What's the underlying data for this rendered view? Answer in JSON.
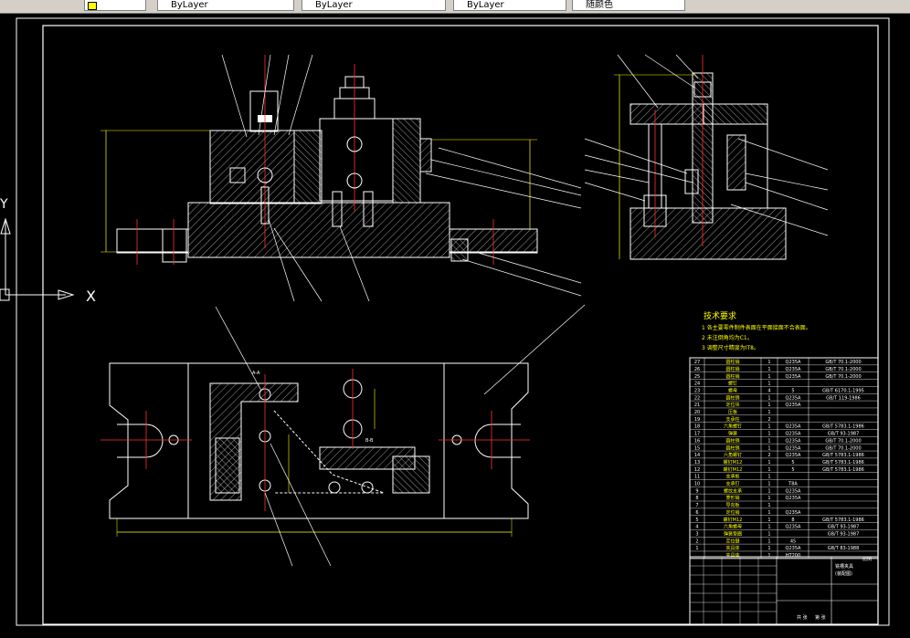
{
  "toolbar": {
    "layer_combo": "ByLayer",
    "linetype_combo": "ByLayer",
    "lineweight_combo": "ByLayer",
    "plotstyle_combo": "随颜色",
    "layer_color": "#ffff00"
  },
  "ucs": {
    "x_label": "X",
    "y_label": "Y"
  },
  "drawing": {
    "tech_title": "技术要求",
    "tech_notes": [
      "1  各主要零件制件表面在平面接面不合表面。",
      "2  未注倒角均为C1。",
      "3  调整尺寸精度为IT8。"
    ],
    "section_labels": {
      "aa": "A-A",
      "bb": "B-B"
    },
    "colors": {
      "outline": "#ffffff",
      "yellow": "#ffff00",
      "red": "#ff3030",
      "cyan": "#00ffff",
      "green": "#00ff00",
      "magenta": "#ff00ff"
    }
  },
  "bom": {
    "rows": [
      {
        "no": "27",
        "name": "圆柱销",
        "qty": "1",
        "mat": "Q235A",
        "std": "GB/T 70.1-2000"
      },
      {
        "no": "26",
        "name": "圆柱销",
        "qty": "1",
        "mat": "Q235A",
        "std": "GB/T 70.1-2000"
      },
      {
        "no": "25",
        "name": "圆柱销",
        "qty": "1",
        "mat": "Q235A",
        "std": "GB/T 70.1-2000"
      },
      {
        "no": "24",
        "name": "螺钉",
        "qty": "1",
        "mat": "",
        "std": ""
      },
      {
        "no": "23",
        "name": "螺母",
        "qty": "4",
        "mat": "5",
        "std": "GB/T 6170.1-1995"
      },
      {
        "no": "22",
        "name": "圆柱销",
        "qty": "1",
        "mat": "Q235A",
        "std": "GB/T 119-1986"
      },
      {
        "no": "21",
        "name": "定位块",
        "qty": "1",
        "mat": "Q235A",
        "std": ""
      },
      {
        "no": "20",
        "name": "压板",
        "qty": "1",
        "mat": "",
        "std": ""
      },
      {
        "no": "19",
        "name": "支承柱",
        "qty": "2",
        "mat": "",
        "std": ""
      },
      {
        "no": "18",
        "name": "六角螺钉",
        "qty": "1",
        "mat": "Q235A",
        "std": "GB/T 5783.1-1986"
      },
      {
        "no": "17",
        "name": "弹簧",
        "qty": "1",
        "mat": "Q235A",
        "std": "GB/T 93-1987"
      },
      {
        "no": "16",
        "name": "圆柱销",
        "qty": "1",
        "mat": "Q235A",
        "std": "GB/T 70.1-2000"
      },
      {
        "no": "15",
        "name": "圆柱销",
        "qty": "1",
        "mat": "Q235A",
        "std": "GB/T 70.1-2000"
      },
      {
        "no": "14",
        "name": "六角螺钉",
        "qty": "2",
        "mat": "Q235A",
        "std": "GB/T 5783.1-1986"
      },
      {
        "no": "13",
        "name": "螺钉M12",
        "qty": "1",
        "mat": "5",
        "std": "GB/T 5783.1-1986"
      },
      {
        "no": "12",
        "name": "螺钉M12",
        "qty": "1",
        "mat": "5",
        "std": "GB/T 5783.1-1986"
      },
      {
        "no": "11",
        "name": "支承板",
        "qty": "1",
        "mat": "",
        "std": ""
      },
      {
        "no": "10",
        "name": "支承钉",
        "qty": "1",
        "mat": "T8A",
        "std": ""
      },
      {
        "no": "9",
        "name": "螺纹支承",
        "qty": "1",
        "mat": "Q235A",
        "std": ""
      },
      {
        "no": "8",
        "name": "菱形销",
        "qty": "1",
        "mat": "Q235A",
        "std": ""
      },
      {
        "no": "7",
        "name": "导向板",
        "qty": "1",
        "mat": "",
        "std": ""
      },
      {
        "no": "6",
        "name": "定位销",
        "qty": "1",
        "mat": "Q235A",
        "std": ""
      },
      {
        "no": "5",
        "name": "螺钉M12",
        "qty": "1",
        "mat": "8",
        "std": "GB/T 5783.1-1986"
      },
      {
        "no": "4",
        "name": "六角螺母",
        "qty": "1",
        "mat": "Q235A",
        "std": "GB/T 93-1987"
      },
      {
        "no": "3",
        "name": "弹簧垫圈",
        "qty": "1",
        "mat": "",
        "std": "GB/T 93-1987"
      },
      {
        "no": "2",
        "name": "定位键",
        "qty": "1",
        "mat": "45",
        "std": ""
      },
      {
        "no": "1",
        "name": "夹具体",
        "qty": "1",
        "mat": "Q235A",
        "std": "GB/T 83-1988"
      },
      {
        "no": "",
        "name": "夹具体",
        "qty": "1",
        "mat": "HT200",
        "std": ""
      }
    ],
    "title_block": {
      "drawing_name": "铣槽夹具",
      "drawing_code": "(装配图)",
      "scale_label": "比例",
      "sheet_label": "共 张",
      "sheet_label2": "第 张"
    }
  }
}
